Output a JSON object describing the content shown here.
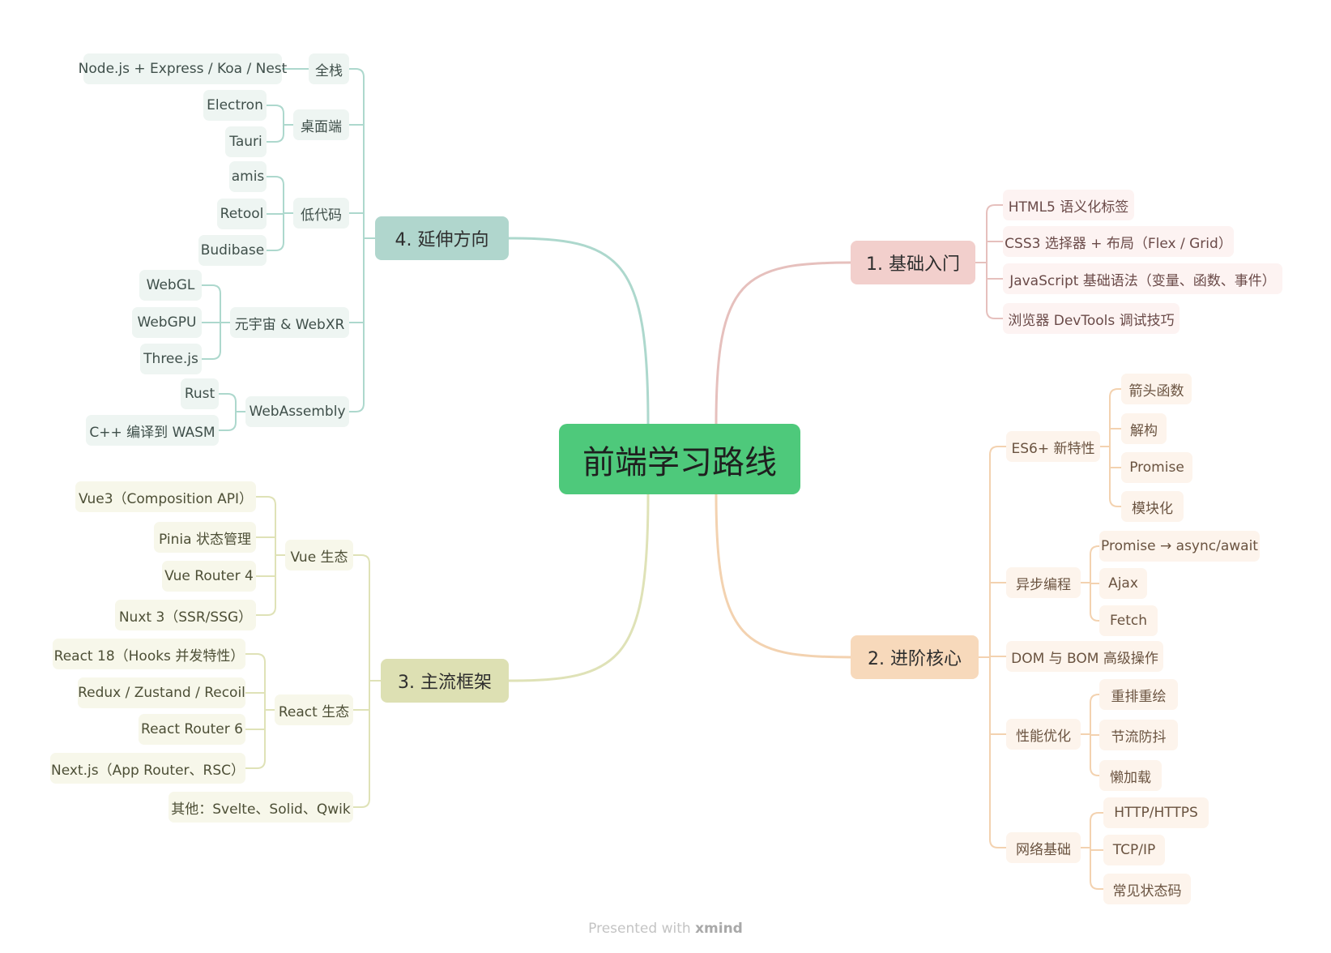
{
  "root": {
    "label": "前端学习路线"
  },
  "branches": [
    {
      "label": "1. 基础入门",
      "color": "#e6c0bd",
      "fill": "#f2cfcc",
      "node_fill": "#fdf3f2",
      "items": [
        {
          "label": "HTML5 语义化标签",
          "children": []
        },
        {
          "label": "CSS3 选择器 + 布局（Flex / Grid）",
          "children": []
        },
        {
          "label": "JavaScript 基础语法（变量、函数、事件）",
          "children": []
        },
        {
          "label": "浏览器 DevTools 调试技巧",
          "children": []
        }
      ]
    },
    {
      "label": "2. 进阶核心",
      "color": "#f3d2b0",
      "fill": "#f7d9bb",
      "node_fill": "#fdf4ec",
      "items": [
        {
          "label": "ES6+ 新特性",
          "children": [
            "箭头函数",
            "解构",
            "Promise",
            "模块化"
          ]
        },
        {
          "label": "异步编程",
          "children": [
            "Promise → async/await",
            "Ajax",
            "Fetch"
          ]
        },
        {
          "label": "DOM 与 BOM 高级操作",
          "children": []
        },
        {
          "label": "性能优化",
          "children": [
            "重排重绘",
            "节流防抖",
            "懒加载"
          ]
        },
        {
          "label": "网络基础",
          "children": [
            "HTTP/HTTPS",
            "TCP/IP",
            "常见状态码"
          ]
        }
      ]
    },
    {
      "label": "3. 主流框架",
      "color": "#dfe2b7",
      "fill": "#dde0b3",
      "node_fill": "#f7f7ea",
      "items": [
        {
          "label": "Vue 生态",
          "children": [
            "Vue3（Composition API）",
            "Pinia 状态管理",
            "Vue Router 4",
            "Nuxt 3（SSR/SSG）"
          ]
        },
        {
          "label": "React 生态",
          "children": [
            "React 18（Hooks 并发特性）",
            "Redux / Zustand / Recoil",
            "React Router 6",
            "Next.js（App Router、RSC）"
          ]
        },
        {
          "label": "其他：Svelte、Solid、Qwik",
          "children": []
        }
      ]
    },
    {
      "label": "4.  延伸方向",
      "color": "#add8cd",
      "fill": "#b0d6cd",
      "node_fill": "#eef5f2",
      "items": [
        {
          "label": "全栈",
          "children": [
            "Node.js + Express / Koa / Nest"
          ]
        },
        {
          "label": "桌面端",
          "children": [
            "Electron",
            "Tauri"
          ]
        },
        {
          "label": "低代码",
          "children": [
            "amis",
            "Retool",
            "Budibase"
          ]
        },
        {
          "label": "元宇宙 & WebXR",
          "children": [
            "WebGL",
            "WebGPU",
            "Three.js"
          ]
        },
        {
          "label": "WebAssembly",
          "children": [
            "Rust",
            "C++ 编译到 WASM"
          ]
        }
      ]
    }
  ],
  "footer": {
    "prefix": "Presented with ",
    "brand": "xmind"
  }
}
